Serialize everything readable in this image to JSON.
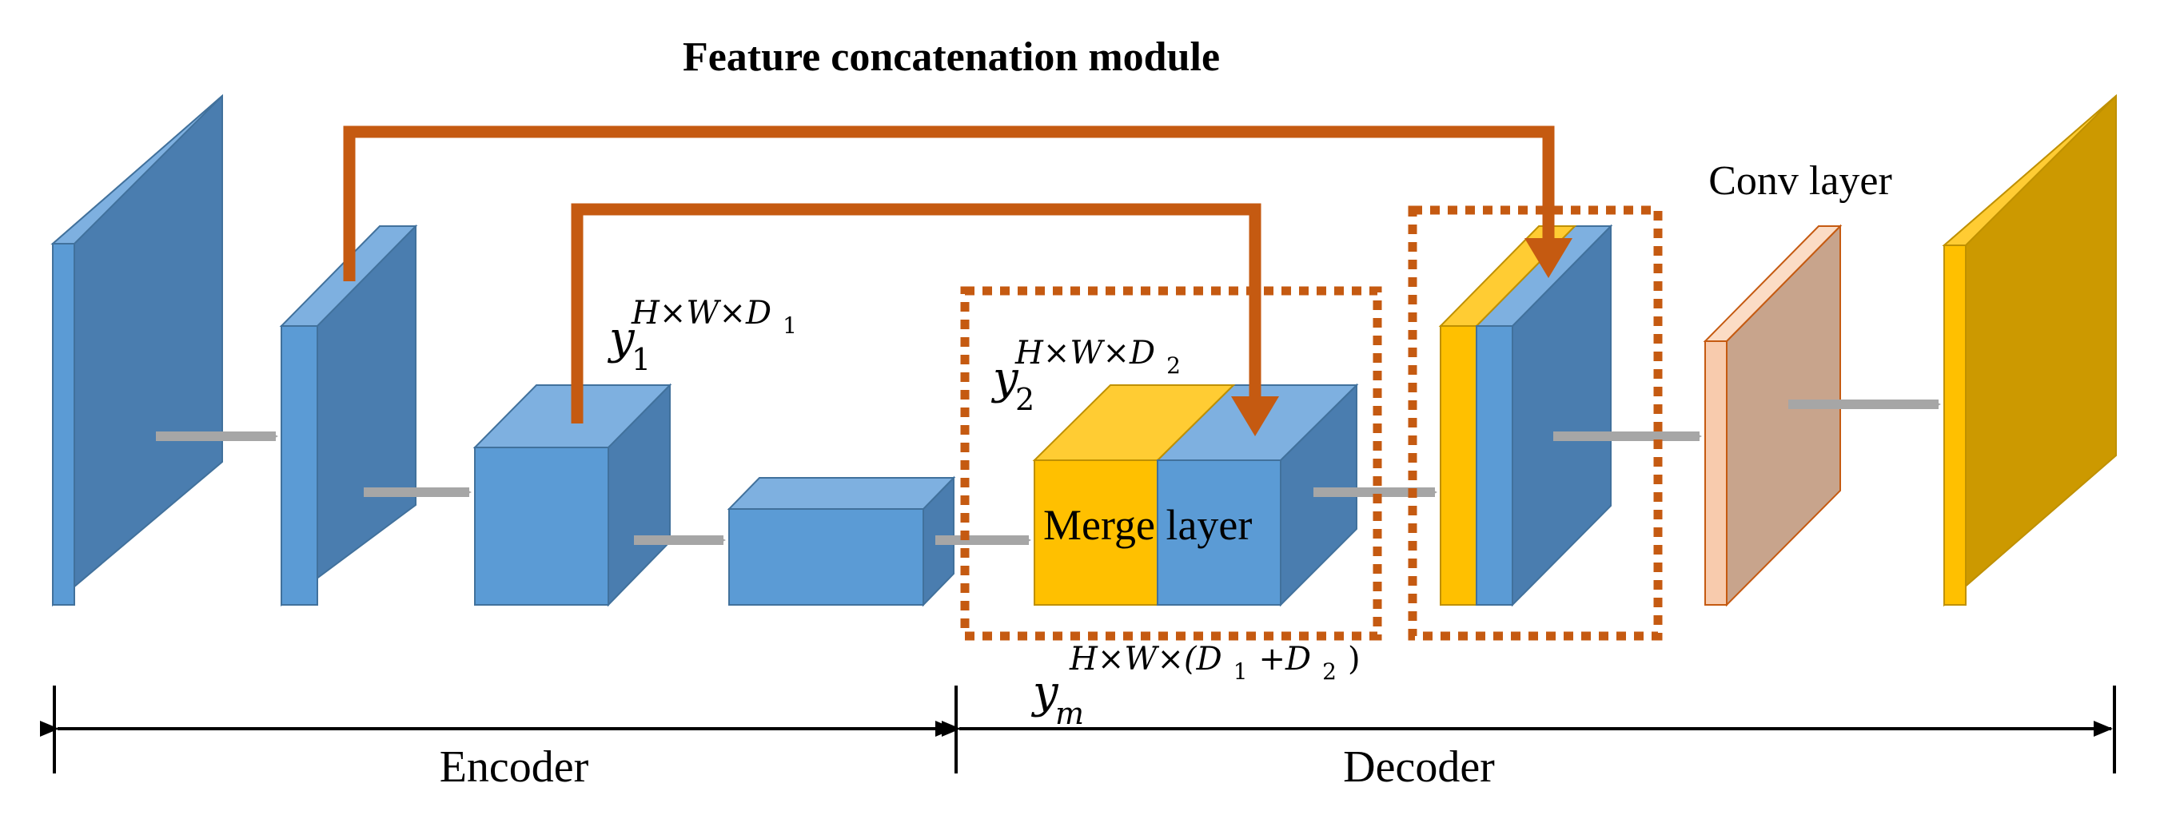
{
  "title": "Feature concatenation module",
  "labels": {
    "merge_layer": "Merge layer",
    "conv_layer": "Conv layer",
    "encoder": "Encoder",
    "decoder": "Decoder"
  },
  "math": {
    "y1": {
      "base": "y",
      "sub": "1",
      "sup": "H×W×D",
      "sup_sub": "1"
    },
    "y2": {
      "base": "y",
      "sub": "2",
      "sup": "H×W×D",
      "sup_sub": "2"
    },
    "ym": {
      "base": "y",
      "sub": "m",
      "sup": "H×W×(D",
      "sup_sub1": "1",
      "plus": "+D",
      "sup_sub2": "2",
      "close": ")"
    }
  },
  "colors": {
    "blue_front": "#5B9BD5",
    "blue_top": "#7EB0E0",
    "blue_side": "#4A7DAF",
    "blue_edge": "#41719C",
    "gold_front": "#FFC000",
    "gold_top": "#FFCC33",
    "gold_side": "#CC9900",
    "gold_edge": "#BF9000",
    "salmon_front": "#F8CBAD",
    "salmon_side": "#C8A48C",
    "salmon_edge": "#C55A11",
    "skip_arrow": "#C55A11",
    "flow_arrow": "#A6A6A6",
    "dashed_box": "#C55A11",
    "axis": "#000000"
  }
}
